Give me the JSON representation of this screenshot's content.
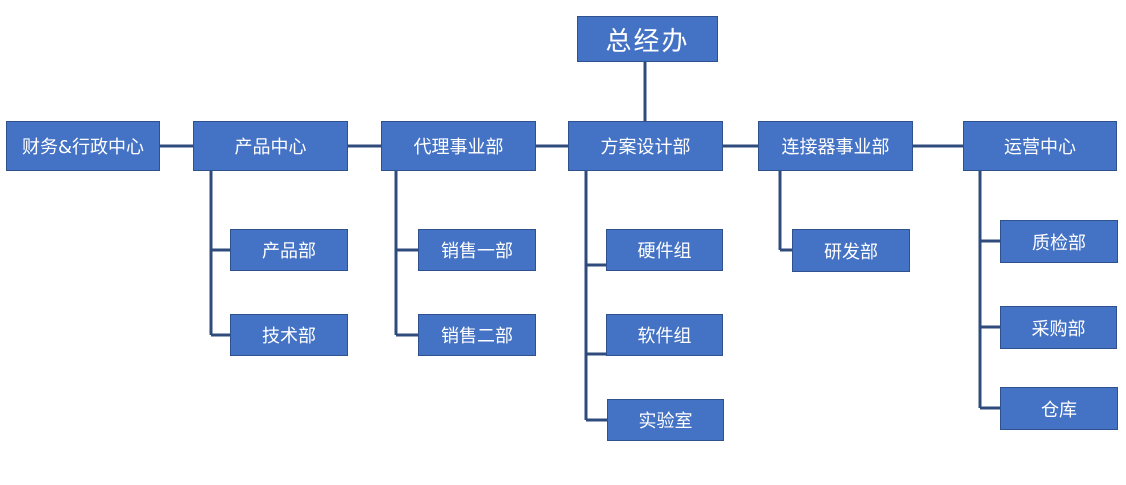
{
  "colors": {
    "box_fill": "#4472c4",
    "box_border": "#2f528f",
    "connector": "#2f4b7c",
    "text": "#ffffff"
  },
  "org": {
    "root": {
      "label": "总经办"
    },
    "departments": [
      {
        "label": "财务&行政中心",
        "children": []
      },
      {
        "label": "产品中心",
        "children": [
          "产品部",
          "技术部"
        ]
      },
      {
        "label": "代理事业部",
        "children": [
          "销售一部",
          "销售二部"
        ]
      },
      {
        "label": "方案设计部",
        "children": [
          "硬件组",
          "软件组",
          "实验室"
        ]
      },
      {
        "label": "连接器事业部",
        "children": [
          "研发部"
        ]
      },
      {
        "label": "运营中心",
        "children": [
          "质检部",
          "采购部",
          "仓库"
        ]
      }
    ]
  }
}
